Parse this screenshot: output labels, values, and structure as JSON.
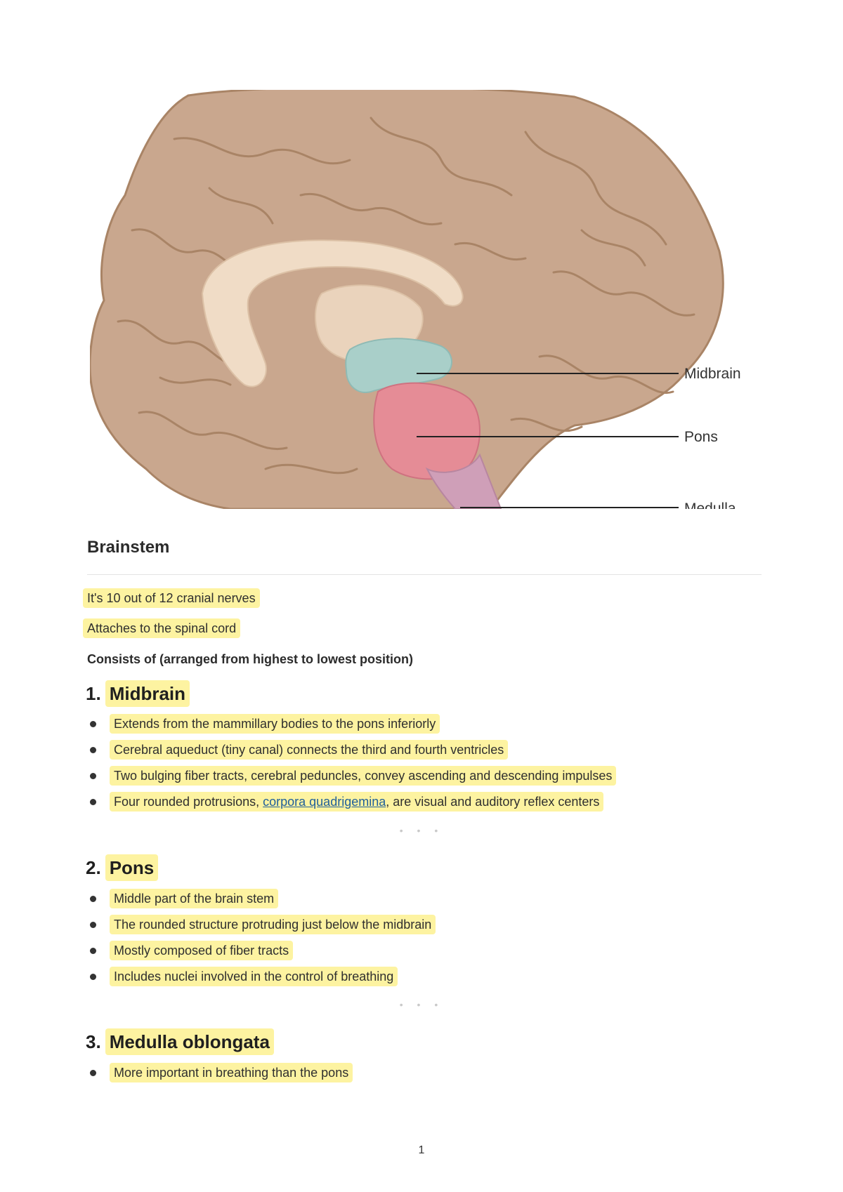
{
  "figure": {
    "labels": [
      "Midbrain",
      "Pons",
      "Medulla"
    ],
    "colors": {
      "cortex": "#c9a78e",
      "cortex_dark": "#a98466",
      "inner": "#f0dcc6",
      "midbrain": "#a9cfc9",
      "pons": "#e58c96",
      "medulla": "#cf9fb8"
    }
  },
  "section": {
    "title": "Brainstem",
    "notes": [
      "It's 10 out of 12 cranial nerves",
      "Attaches to the spinal cord"
    ],
    "subhead": "Consists of (arranged from highest to lowest position)"
  },
  "parts": [
    {
      "number": "1.",
      "name": "Midbrain",
      "items": [
        "Extends from the mammillary bodies to the pons inferiorly",
        "Cerebral aqueduct (tiny canal) connects the third and fourth ventricles",
        "Two bulging fiber tracts, cerebral peduncles, convey ascending and descending impulses"
      ],
      "last_item": {
        "before": "Four rounded protrusions, ",
        "link": "corpora quadrigemina",
        "after": ", are visual and auditory reflex centers"
      }
    },
    {
      "number": "2.",
      "name": "Pons",
      "items": [
        "Middle part of the brain stem",
        "The rounded structure protruding just below the midbrain",
        "Mostly composed of fiber tracts",
        "Includes nuclei involved in the control of breathing"
      ]
    },
    {
      "number": "3.",
      "name": "Medulla oblongata",
      "items": [
        "More important in breathing than the pons"
      ]
    }
  ],
  "separator": "• • •",
  "page_number": "1"
}
